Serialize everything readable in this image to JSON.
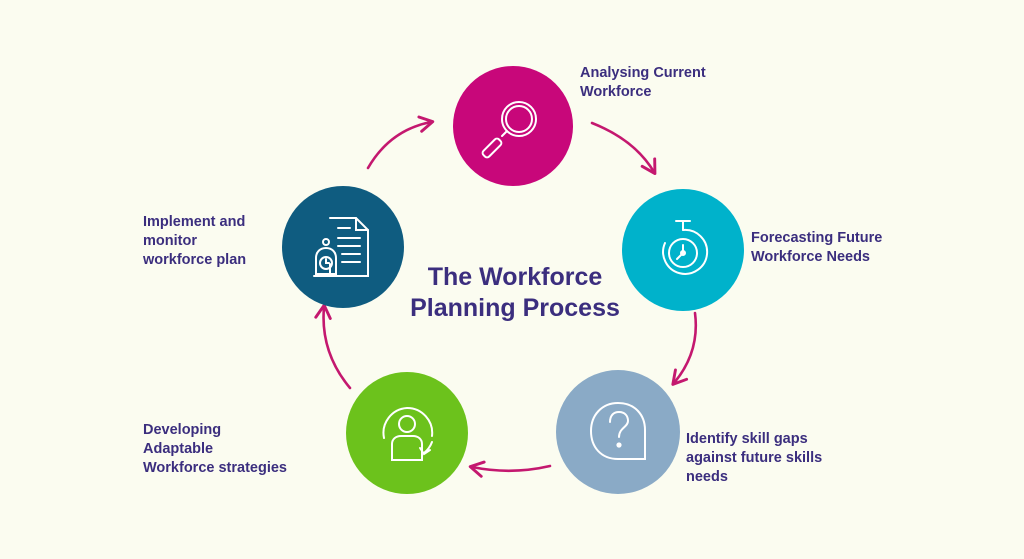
{
  "title": "The Workforce\nPlanning Process",
  "colors": {
    "background": "#fbfcf0",
    "arrow": "#c4186f",
    "text": "#3b2e7e",
    "icon_stroke": "#ffffff"
  },
  "steps": [
    {
      "label": "Analysing Current\nWorkforce",
      "color": "#c8077a",
      "icon": "magnifier-icon"
    },
    {
      "label": "Forecasting Future\nWorkforce Needs",
      "color": "#00b2cb",
      "icon": "stopwatch-icon"
    },
    {
      "label": "Identify  skill gaps\nagainst future skills\nneeds",
      "color": "#8aaac6",
      "icon": "question-icon"
    },
    {
      "label": "Developing\nAdaptable\nWorkforce strategies",
      "color": "#6cc21c",
      "icon": "person-cycle-icon"
    },
    {
      "label": "Implement and\nmonitor\nworkforce plan",
      "color": "#0f5c80",
      "icon": "document-clock-icon"
    }
  ]
}
